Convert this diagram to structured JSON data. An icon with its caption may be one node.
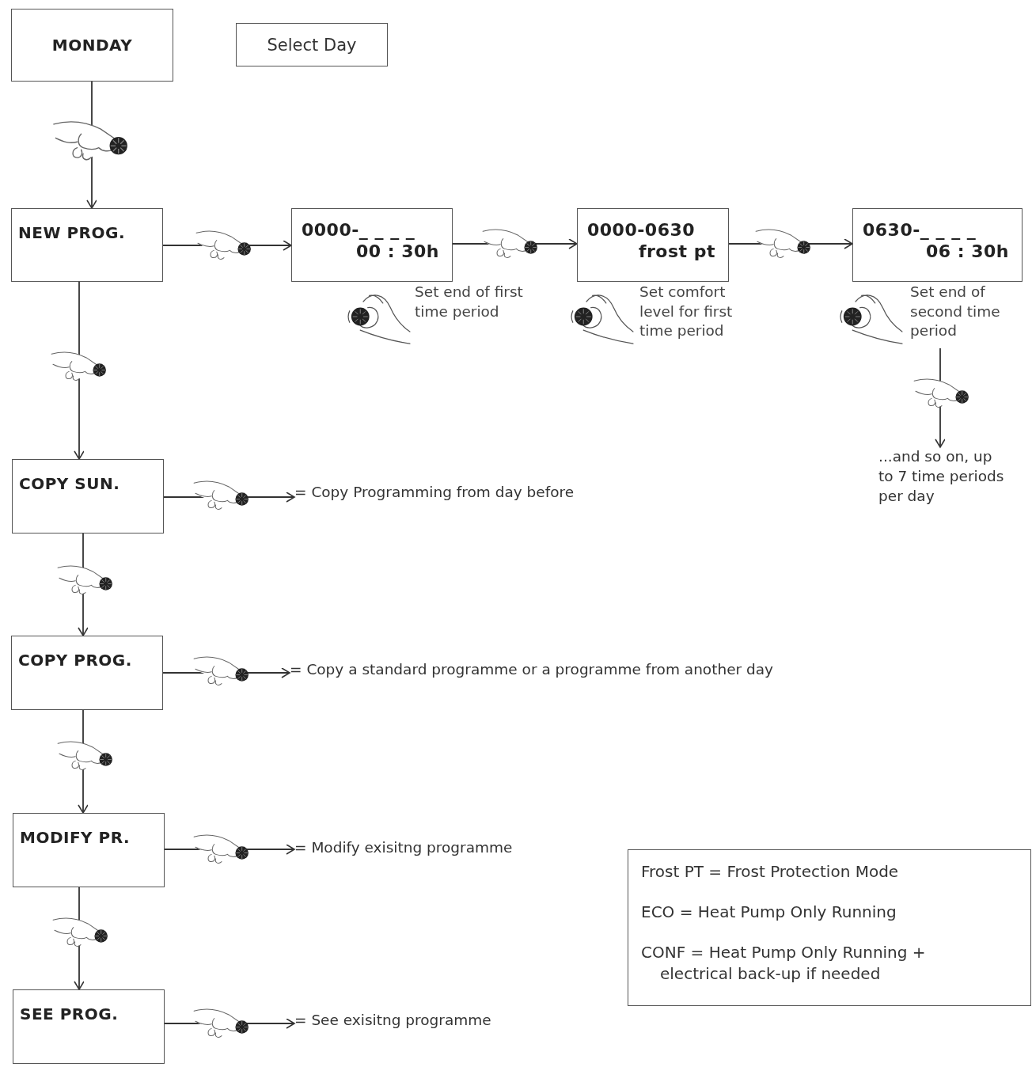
{
  "diagram": {
    "nodes": [
      {
        "text": [
          "MONDAY"
        ]
      },
      {
        "text": [
          "Select Day"
        ]
      },
      {
        "text": [
          "NEW PROG."
        ]
      },
      {
        "text": [
          "0000-_ _ _ _",
          "00 : 30h"
        ],
        "beside": [
          "Set end of first time period"
        ]
      },
      {
        "text": [
          "0000-0630",
          "frost pt"
        ],
        "beside": [
          "Set comfort level for first time period"
        ]
      },
      {
        "text": [
          "0630-_ _ _ _",
          "06 : 30h"
        ],
        "beside": [
          "Set end of second time period"
        ]
      },
      {
        "text": [
          "COPY SUN."
        ]
      },
      {
        "text": [
          "COPY PROG."
        ]
      },
      {
        "text": [
          "MODIFY PR."
        ]
      },
      {
        "text": [
          "SEE PROG."
        ]
      },
      {
        "text": [
          "= Copy Programming from day before"
        ]
      },
      {
        "text": [
          "= Copy a standard programme or a programme from another day"
        ]
      },
      {
        "text": [
          "= Modify exisitng programme"
        ]
      },
      {
        "text": [
          "= See exisitng programme"
        ]
      },
      {
        "text": [
          "...and so on, up to 7 time periods per day"
        ]
      },
      {
        "text": [
          "Frost PT = Frost Protection Mode",
          "ECO = Heat Pump Only Running",
          "CONF = Heat Pump Only Running + electrical back-up if needed"
        ]
      }
    ],
    "edges": [
      {
        "from": 0,
        "to": 2,
        "arrow": "to"
      },
      {
        "from": 2,
        "to": 3,
        "arrow": "to"
      },
      {
        "from": 3,
        "to": 4,
        "arrow": "to"
      },
      {
        "from": 4,
        "to": 5,
        "arrow": "to"
      },
      {
        "from": 5,
        "to": 14,
        "arrow": "to"
      },
      {
        "from": 2,
        "to": 6,
        "arrow": "to"
      },
      {
        "from": 6,
        "to": 7,
        "arrow": "to"
      },
      {
        "from": 7,
        "to": 8,
        "arrow": "to"
      },
      {
        "from": 8,
        "to": 9,
        "arrow": "to"
      },
      {
        "from": 6,
        "to": 10,
        "arrow": "to"
      },
      {
        "from": 7,
        "to": 11,
        "arrow": "to"
      },
      {
        "from": 8,
        "to": 12,
        "arrow": "to"
      },
      {
        "from": 9,
        "to": 13,
        "arrow": "to"
      }
    ]
  }
}
